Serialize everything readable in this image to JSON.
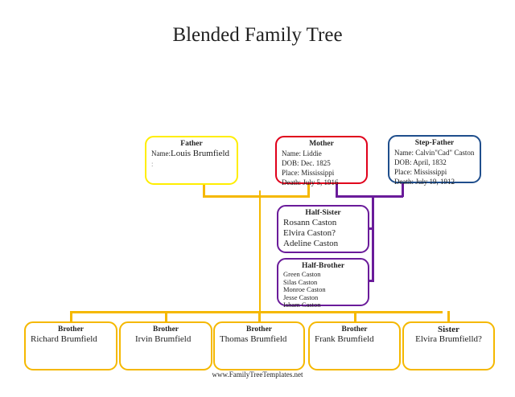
{
  "title": "Blended Family Tree",
  "father": {
    "role": "Father",
    "name_label": "Name:",
    "name": "Louis Brumfield",
    "extra": ":"
  },
  "mother": {
    "role": "Mother",
    "name": "Name: Liddie",
    "dob": "DOB: Dec.  1825",
    "place": "Place: Mississippi",
    "death": "Death: July 5, 1916"
  },
  "stepfather": {
    "role": "Step-Father",
    "name": "Name: Calvin\"Cad\" Caston",
    "dob": "DOB: April, 1832",
    "place": "Place: Mississippi",
    "death": "Death: July 19, 1912"
  },
  "half_sister": {
    "role": "Half-Sister",
    "names": [
      "Rosann Caston",
      "Elvira Caston?",
      "Adeline Caston"
    ]
  },
  "half_brother": {
    "role": "Half-Brother",
    "names": [
      "Green Caston",
      "Silas Caston",
      "Monroe Caston",
      "Jesse Caston",
      "Isham Caston"
    ]
  },
  "children": [
    {
      "role": "Brother",
      "name": "Richard Brumfield"
    },
    {
      "role": "Brother",
      "name": "Irvin Brumfield"
    },
    {
      "role": "Brother",
      "name": "Thomas Brumfield"
    },
    {
      "role": "Brother",
      "name": "Frank Brumfield"
    },
    {
      "role": "Sister",
      "name": "Elvira  Brumfielld?"
    }
  ],
  "footer": "www.FamilyTreeTemplates.net",
  "colors": {
    "father": "#ffee00",
    "mother": "#e0001b",
    "stepfather": "#1f4e8c",
    "half": "#6a1b9a",
    "children": "#f5b800"
  }
}
